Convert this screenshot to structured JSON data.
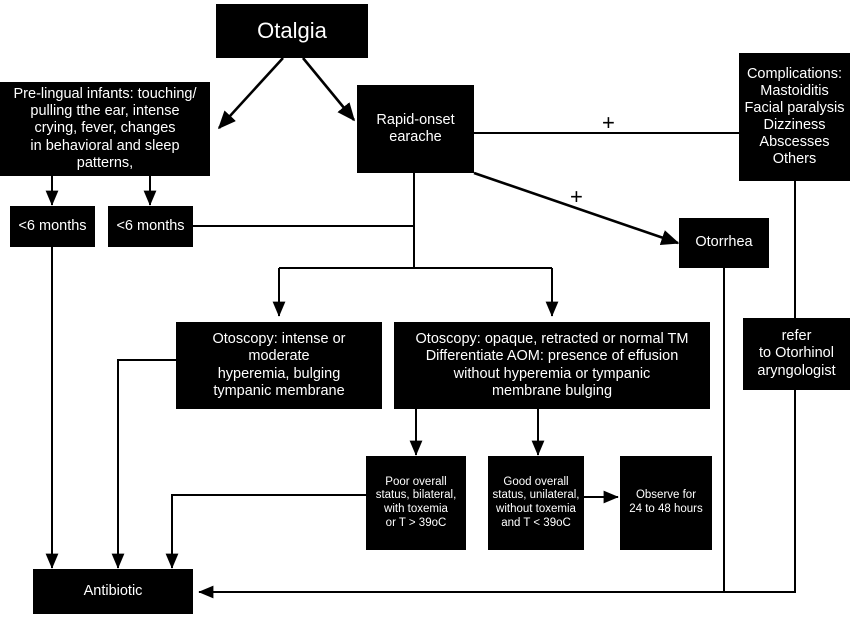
{
  "diagram": {
    "title": "Otalgia clinical management flowchart",
    "palette": {
      "node_fill": "#000000",
      "node_text": "#ffffff",
      "wire": "#000000",
      "background": "#ffffff"
    },
    "nodes": {
      "otalgia": "Otalgia",
      "prelingual": "Pre-lingual infants: touching/\npulling tthe ear, intense\ncrying, fever, changes\nin behavioral and sleep\npatterns,",
      "months_left": "<6 months",
      "months_right": "<6 months",
      "rapid_onset": "Rapid-onset\nearache",
      "complications": "Complications:\nMastoiditis\nFacial paralysis\nDizziness\nAbscesses\nOthers",
      "otorrhea": "Otorrhea",
      "refer": "refer\nto Otorhinol\naryngologist",
      "otoscopy_left": "Otoscopy: intense or moderate\nhyperemia, bulging\ntympanic membrane",
      "otoscopy_right": "Otoscopy: opaque, retracted or normal TM\nDifferentiate AOM: presence of effusion\nwithout hyperemia or tympanic\nmembrane bulging",
      "poor_status": "Poor overall\nstatus, bilateral,\nwith toxemia\nor T > 39oC",
      "good_status": "Good overall\nstatus, unilateral,\nwithout toxemia\nand T < 39oC",
      "observe": "Observe for\n24 to 48 hours",
      "antibiotic": "Antibiotic"
    },
    "edge_labels": {
      "plus_complications": "+",
      "plus_otorrhea": "+"
    }
  }
}
